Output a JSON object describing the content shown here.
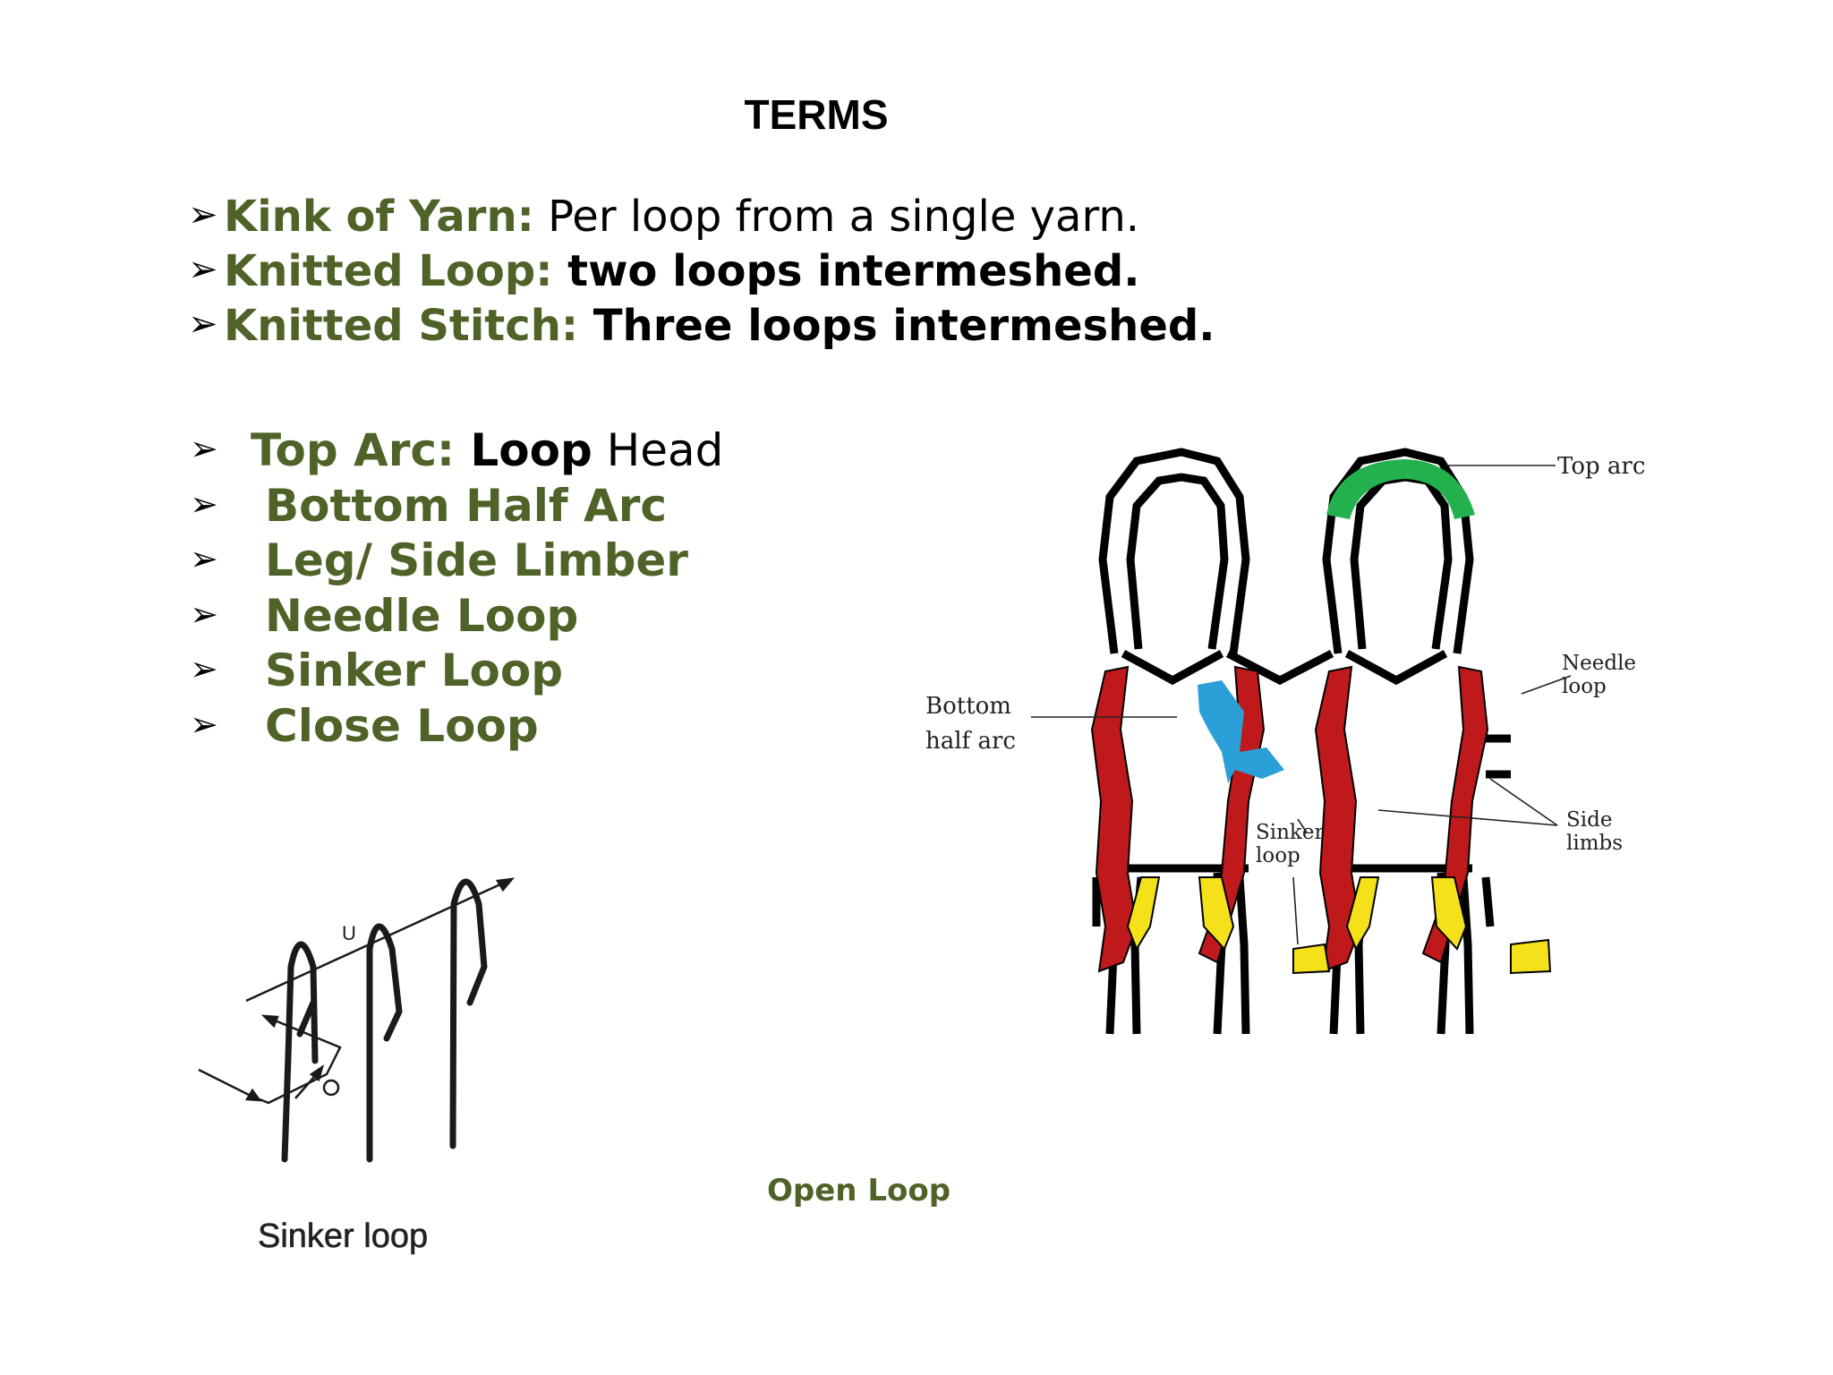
{
  "title": "TERMS",
  "terms": [
    {
      "arrow": "➢",
      "name": "Kink of Yarn:",
      "definition": " Per loop from a single yarn.",
      "def_weight": "regular"
    },
    {
      "arrow": "➢",
      "name": "Knitted Loop: ",
      "definition": " two loops intermeshed.",
      "def_weight": "bold"
    },
    {
      "arrow": "➢",
      "name": "Knitted Stitch:",
      "definition": " Three loops intermeshed.",
      "def_weight": "bold"
    }
  ],
  "parts": [
    {
      "arrow": "➢",
      "name": "Top Arc:",
      "extra_bold": " Loop",
      "extra_regular": " Head"
    },
    {
      "arrow": "➢",
      "name": "Bottom Half  Arc"
    },
    {
      "arrow": "➢",
      "name": "Leg/ Side Limber"
    },
    {
      "arrow": "➢",
      "name": "Needle Loop"
    },
    {
      "arrow": "➢",
      "name": "Sinker Loop"
    },
    {
      "arrow": "➢",
      "name": "Close Loop"
    }
  ],
  "captions": {
    "open_loop": "Open Loop",
    "sinker_loop": "Sinker loop"
  },
  "needle_diagram": {
    "label_u": "U",
    "label_o": "O"
  },
  "knit_diagram": {
    "labels": {
      "top_arc": "Top arc",
      "needle_loop_1": "Needle",
      "needle_loop_2": "loop",
      "bottom_half_arc_1": "Bottom",
      "bottom_half_arc_2": "half arc",
      "sinker_loop_1": "Sinker",
      "sinker_loop_2": "loop",
      "side_limbs_1": "Side",
      "side_limbs_2": "limbs"
    },
    "colors": {
      "top_arc": "#22b14c",
      "limbs": "#c0191c",
      "bottom_half_arc": "#2a9fd8",
      "sinker": "#f5e11a",
      "outline": "#000000"
    }
  },
  "colors": {
    "term_green": "#4f6228"
  }
}
